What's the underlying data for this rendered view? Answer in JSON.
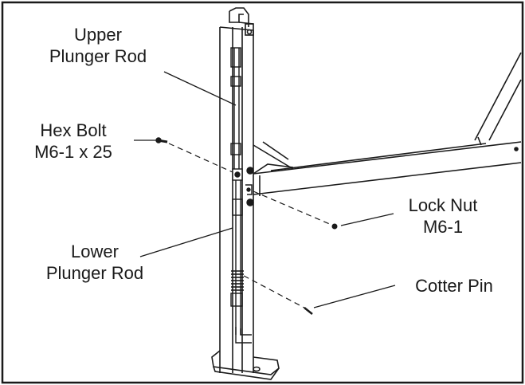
{
  "labels": {
    "upper_plunger_rod": [
      "Upper",
      "Plunger Rod"
    ],
    "hex_bolt": [
      "Hex Bolt",
      "M6-1 x 25"
    ],
    "lower_plunger_rod": [
      "Lower",
      "Plunger Rod"
    ],
    "lock_nut": [
      "Lock Nut",
      "M6-1"
    ],
    "cotter_pin": [
      "Cotter Pin"
    ]
  },
  "colors": {
    "line": "#1a1a1a",
    "paper": "#ffffff"
  }
}
